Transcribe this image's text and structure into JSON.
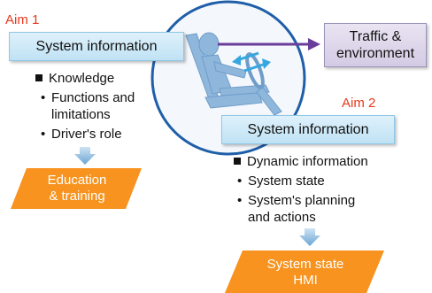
{
  "aim1": {
    "label": "Aim 1",
    "box_title": "System information",
    "knowledge": "Knowledge",
    "item1_line1": "Functions and",
    "item1_line2": "limitations",
    "item2": "Driver's role",
    "output_line1": "Education",
    "output_line2": "& training"
  },
  "traffic": {
    "line1": "Traffic &",
    "line2": "environment"
  },
  "aim2": {
    "label": "Aim 2",
    "box_title": "System information",
    "dynamic": "Dynamic information",
    "item1": "System state",
    "item2_line1": "System's planning",
    "item2_line2": "and actions",
    "output_line1": "System state",
    "output_line2": "HMI"
  },
  "colors": {
    "aim_label": "#e8391d",
    "system_box": "#c9e7f6",
    "traffic_box": "#dcd5ea",
    "output_parallelogram": "#f7931e",
    "gaze_arrow": "#6a3d9a",
    "circle_outline": "#1f5fa8",
    "down_arrow": "#7fb3d9"
  }
}
